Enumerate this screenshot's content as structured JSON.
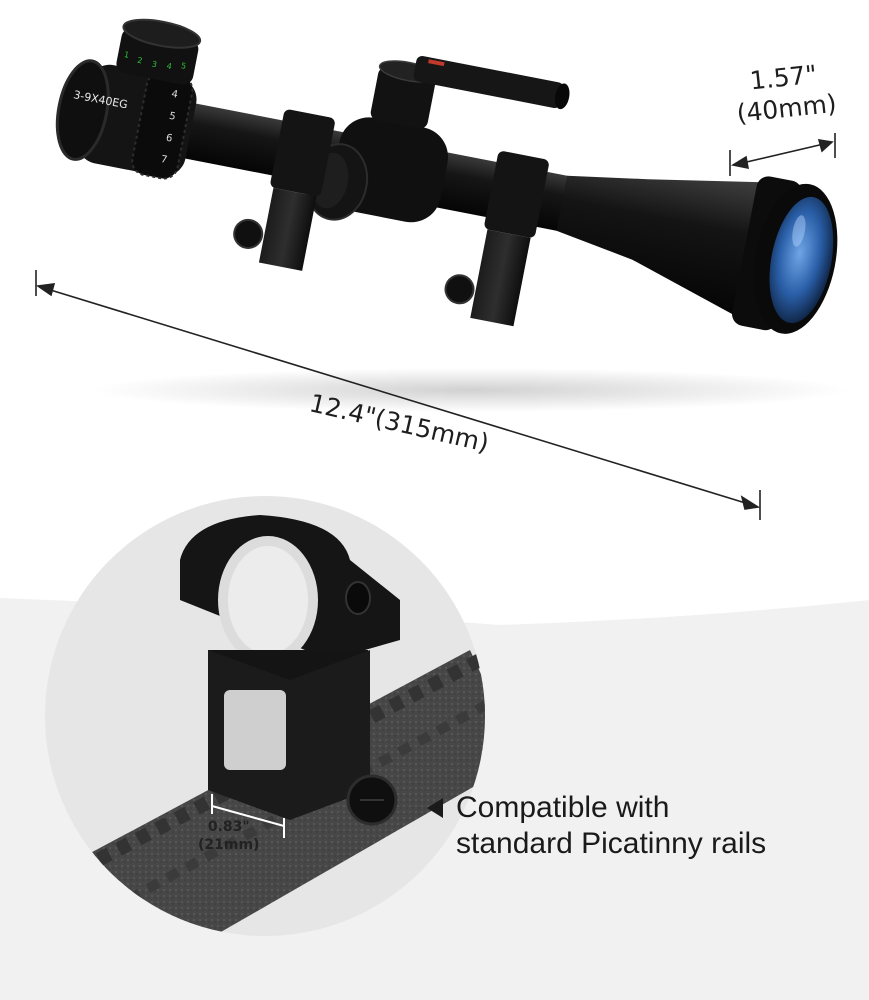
{
  "scope": {
    "model_label": "3-9X40EG",
    "magnification_marks": [
      "4",
      "5",
      "6",
      "7"
    ],
    "illumination_marks": [
      "1",
      "2",
      "3",
      "4",
      "5"
    ]
  },
  "dimensions": {
    "objective_diameter": {
      "line1": "1.57\"",
      "line2": "(40mm)"
    },
    "overall_length": "12.4\"(315mm)",
    "rail_width": {
      "line1": "0.83\"",
      "line2": "(21mm)"
    }
  },
  "caption": {
    "line1": "Compatible with",
    "line2": "standard Picatinny rails"
  },
  "colors": {
    "scope_body": "#111111",
    "lens_blue": "#2a5fa8",
    "illumination_green": "#2fbf3a",
    "rail_gray": "#4a4a4a",
    "background_band": "#f1f1f1"
  }
}
